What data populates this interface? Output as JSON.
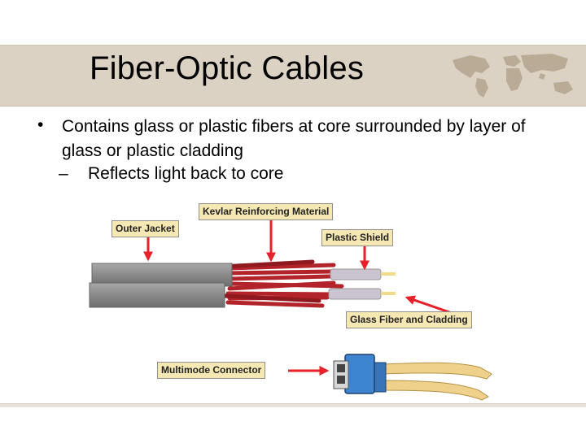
{
  "slide": {
    "title": "Fiber-Optic Cables",
    "bullet": "Contains glass or plastic fibers at core surrounded by layer of glass or plastic cladding",
    "sub_bullet": "Reflects light back to core",
    "bullet_marker": "•",
    "sub_marker": "–"
  },
  "diagram": {
    "labels": {
      "outer_jacket": "Outer Jacket",
      "kevlar": "Kevlar Reinforcing Material",
      "plastic_shield": "Plastic Shield",
      "glass_fiber": "Glass Fiber and Cladding",
      "connector": "Multimode Connector"
    },
    "colors": {
      "arrow": "#e8202a",
      "label_bg": "#f6e8b3",
      "jacket": "#8c8c8c",
      "kevlar": "#b3242a",
      "connector": "#3d86cf"
    }
  }
}
